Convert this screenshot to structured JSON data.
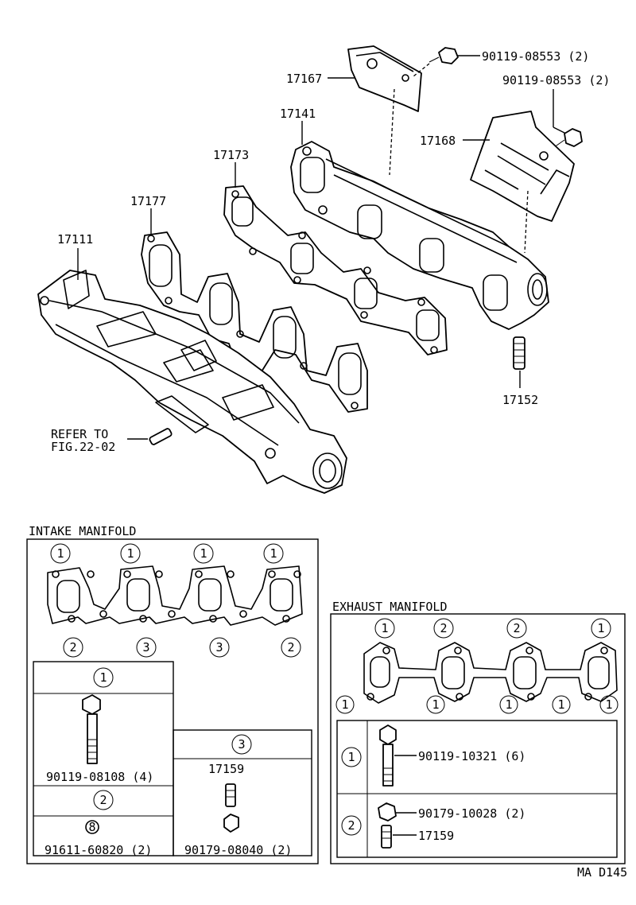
{
  "parts": {
    "p17167": "17167",
    "p17141": "17141",
    "p17173": "17173",
    "p17177": "17177",
    "p17111": "17111",
    "p17168": "17168",
    "p17152": "17152",
    "bolt_top_1": "90119-08553 (2)",
    "bolt_top_2": "90119-08553 (2)",
    "refer_line1": "REFER TO",
    "refer_line2": "FIG.22-02"
  },
  "intake": {
    "title": "INTAKE MANIFOLD",
    "top_markers": [
      "1",
      "1",
      "1",
      "1"
    ],
    "bottom_markers": [
      "2",
      "3",
      "3",
      "2"
    ],
    "key1": "1",
    "key1_part": "90119-08108 (4)",
    "key2": "2",
    "key2_part": "91611-60820 (2)",
    "key2_symbol": "8",
    "key3": "3",
    "key3_stud": "17159",
    "key3_nut": "90179-08040 (2)"
  },
  "exhaust": {
    "title": "EXHAUST MANIFOLD",
    "top_markers": [
      "1",
      "2",
      "2",
      "1"
    ],
    "bottom_markers": [
      "1",
      "1",
      "1",
      "1",
      "1"
    ],
    "key1": "1",
    "key1_part": "90119-10321 (6)",
    "key2": "2",
    "key2_nut": "90179-10028 (2)",
    "key2_stud": "17159"
  },
  "figure_code": "MA D145"
}
